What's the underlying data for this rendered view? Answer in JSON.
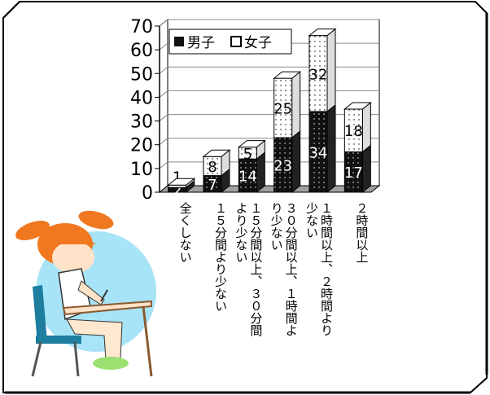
{
  "chart_data": {
    "type": "bar",
    "stacked": true,
    "ylim": [
      0,
      70
    ],
    "yticks": [
      0,
      10,
      20,
      30,
      40,
      50,
      60,
      70
    ],
    "grid": true,
    "legend_position": "top-left",
    "categories": [
      "全くしない",
      "１５分間より少ない",
      "１５分間以上、３０分間より少ない",
      "３０分間以上、１時間より少ない",
      "１時間以上、２時間より少ない",
      "２時間以上"
    ],
    "category_lines": [
      [
        "全くしない"
      ],
      [
        "１５分間より少ない"
      ],
      [
        "１５分間以上、３０分間",
        "より少ない"
      ],
      [
        "３０分間以上、１時間よ",
        "り少ない"
      ],
      [
        "１時間以上、２時間より",
        "少ない"
      ],
      [
        "２時間以上"
      ]
    ],
    "series": [
      {
        "name": "男子",
        "values": [
          2,
          7,
          14,
          23,
          34,
          17
        ]
      },
      {
        "name": "女子",
        "values": [
          1,
          8,
          5,
          25,
          32,
          18
        ]
      }
    ],
    "colors": {
      "boys": "#111111",
      "girls": "#ffffff",
      "grid": "#888888",
      "floor": "#a0a0a0"
    }
  },
  "illustration": {
    "name": "girl studying at desk clipart",
    "colors": {
      "hair": "#f07820",
      "circle": "#a8e4f8",
      "chair": "#1e7ea0",
      "skin": "#ffe2c8"
    }
  }
}
